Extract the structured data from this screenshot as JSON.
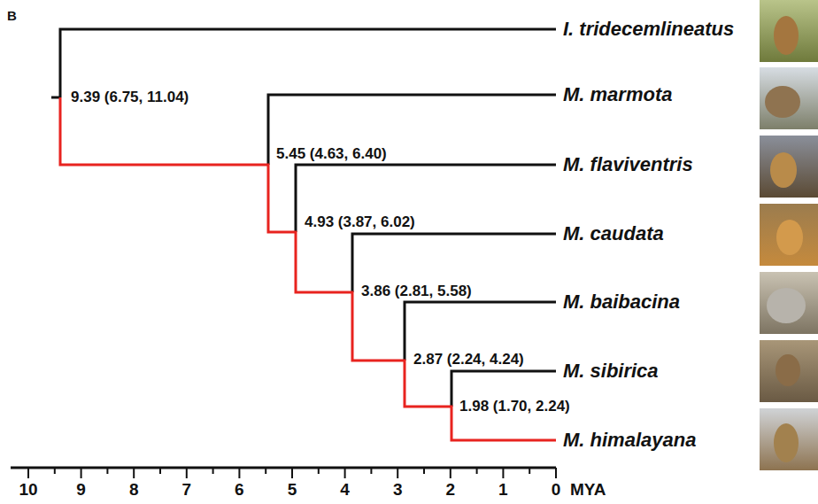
{
  "diagram": {
    "labels": [
      "B",
      "I. tridecemlineatus",
      "M. marmota",
      "M. flaviventris",
      "M. caudata",
      "M. baibacina",
      "M. sibirica",
      "M. himalayana",
      "9.39 (6.75, 11.04)",
      "5.45 (4.63, 6.40)",
      "4.93 (3.87, 6.02)",
      "3.86 (2.81, 5.58)",
      "2.87 (2.24, 4.24)",
      "1.98 (1.70, 2.24)",
      "10",
      "9",
      "8",
      "7",
      "6",
      "5",
      "4",
      "3",
      "2",
      "1",
      "0",
      "MYA"
    ]
  }
}
